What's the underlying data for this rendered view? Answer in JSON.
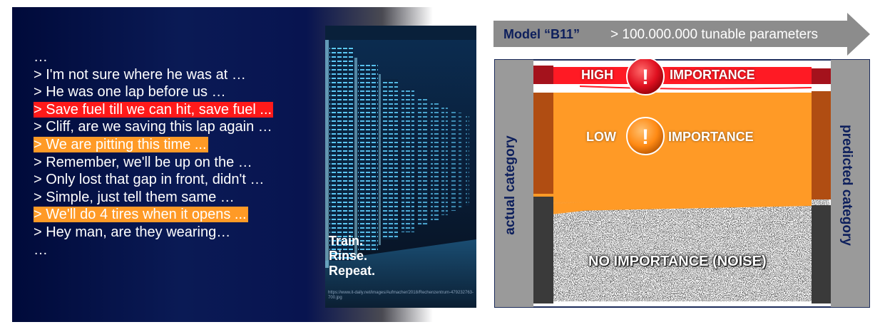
{
  "radio_log": {
    "lines": [
      {
        "text": "…",
        "highlight": "none"
      },
      {
        "text": "> I'm not sure where he was at …",
        "highlight": "none"
      },
      {
        "text": "> He was one lap before us …",
        "highlight": "none"
      },
      {
        "text": "> Save fuel till we can hit, save fuel ...",
        "highlight": "red"
      },
      {
        "text": "> Cliff, are we saving this lap again …",
        "highlight": "none"
      },
      {
        "text": "> We are pitting this time ...",
        "highlight": "orange"
      },
      {
        "text": "> Remember, we'll be up on the …",
        "highlight": "none"
      },
      {
        "text": "> Only lost that gap in front, didn't …",
        "highlight": "none"
      },
      {
        "text": "> Simple, just tell them same …",
        "highlight": "none"
      },
      {
        "text": "> We'll do 4 tires when it opens ...",
        "highlight": "orange"
      },
      {
        "text": "> Hey man, are they wearing…",
        "highlight": "none"
      },
      {
        "text": "…",
        "highlight": "none"
      }
    ]
  },
  "photo": {
    "caption": [
      "Train.",
      "Rinse.",
      "Repeat."
    ],
    "credit": "https://www.it-daily.net/images/Aufmacher/2018/Rechenzentrum-479232763-700.jpg"
  },
  "model": {
    "name": "Model “B11”",
    "params": "> 100.000.000 tunable parameters"
  },
  "sankey": {
    "left_axis": "actual category",
    "right_axis": "predicted category",
    "high": {
      "left": "HIGH",
      "right": "IMPORTANCE"
    },
    "low": {
      "left": "LOW",
      "right": "IMPORTANCE"
    },
    "noise": "NO IMPORTANCE (NOISE)",
    "warning_glyph": "!"
  },
  "colors": {
    "high": "#ff1a24",
    "low": "#ff9a26",
    "panel_bg": "#000a3a",
    "axis_text": "#0d1f5c"
  }
}
